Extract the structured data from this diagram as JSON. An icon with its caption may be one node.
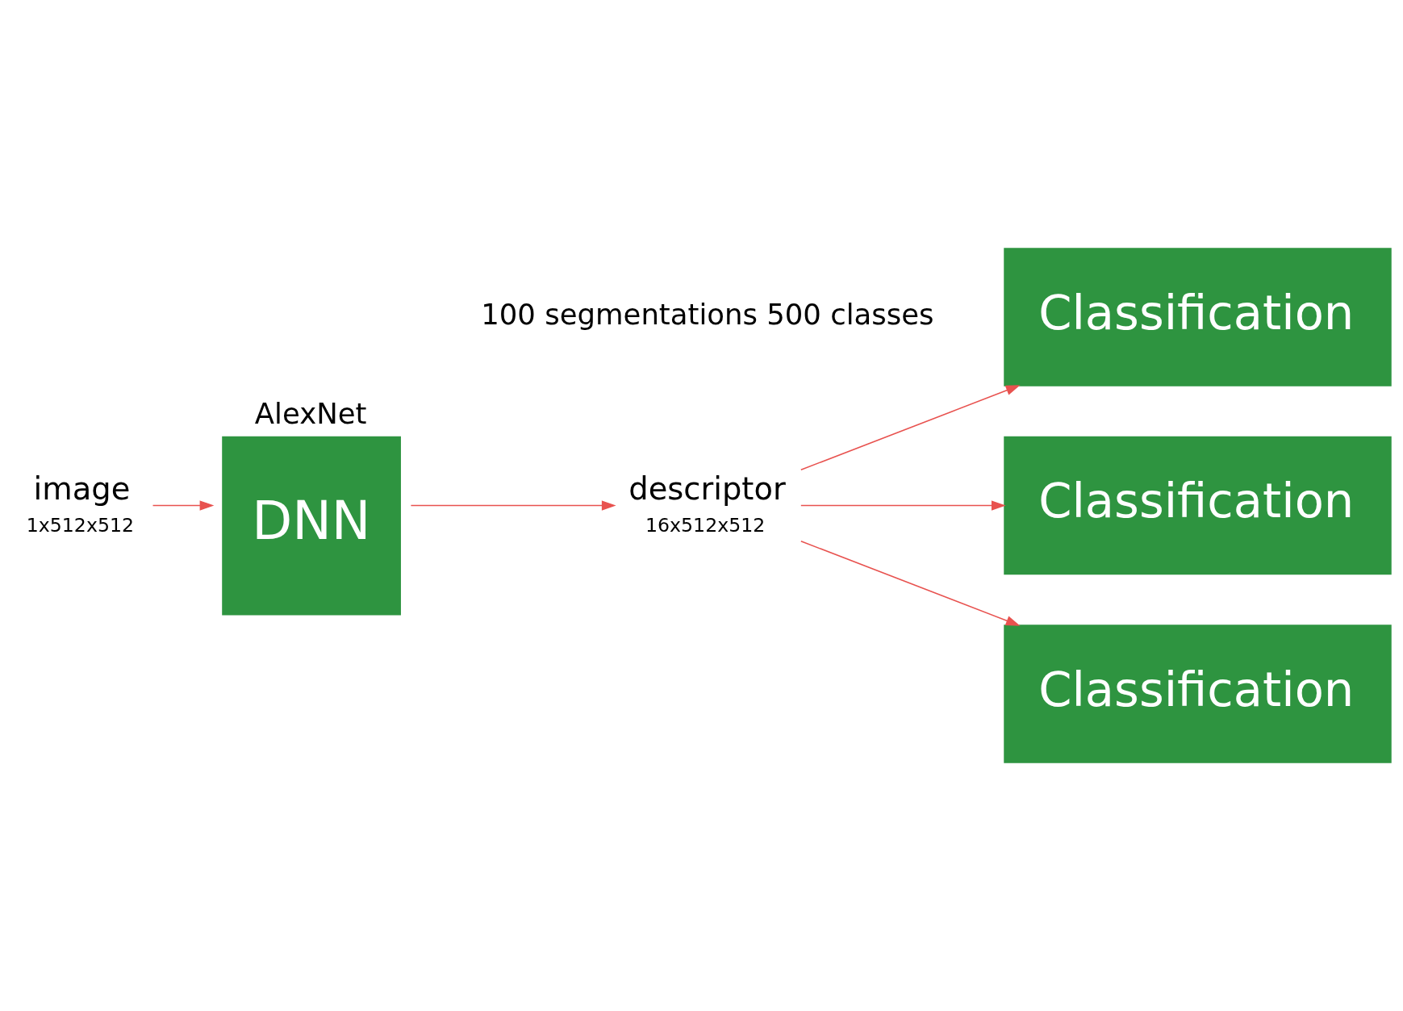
{
  "diagram": {
    "nodes": [
      {
        "text": [
          "image"
        ],
        "beside": [
          "1x512x512"
        ]
      },
      {
        "text": [
          "AlexNet",
          "DNN"
        ]
      },
      {
        "text": [
          "descriptor"
        ],
        "beside": [
          "16x512x512"
        ]
      },
      {
        "text": [
          "Classification"
        ]
      },
      {
        "text": [
          "Classification"
        ]
      },
      {
        "text": [
          "Classification"
        ]
      }
    ],
    "edges": [
      {
        "from": 0,
        "to": 1,
        "arrow": "to"
      },
      {
        "from": 1,
        "to": 2,
        "arrow": "to"
      },
      {
        "from": 2,
        "to": 3,
        "arrow": "to"
      },
      {
        "from": 2,
        "to": 4,
        "arrow": "to"
      },
      {
        "from": 2,
        "to": 5,
        "arrow": "to"
      }
    ],
    "labels": [
      "100 segmentations 500 classes"
    ]
  }
}
